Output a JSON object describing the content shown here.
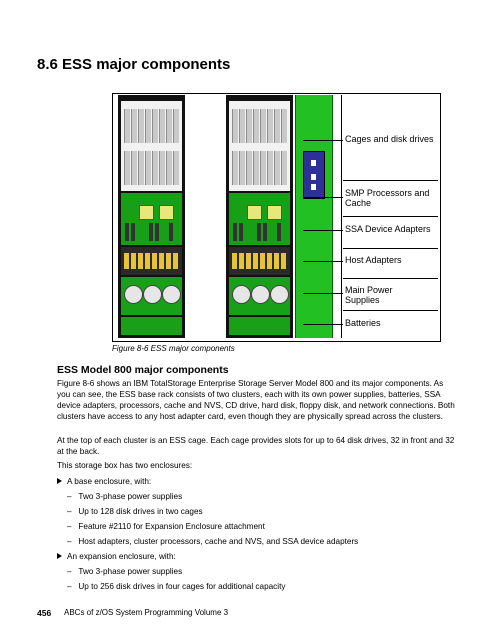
{
  "section_heading": "8.6  ESS major components",
  "figure": {
    "labels": [
      "Cages and disk drives",
      "SMP Processors and Cache",
      "SSA Device Adapters",
      "Host Adapters",
      "Main Power Supplies",
      "Batteries"
    ],
    "caption": "Figure 8-6   ESS major components"
  },
  "subheading": "ESS Model 800 major components",
  "paragraphs": [
    "Figure 8-6 shows an IBM TotalStorage Enterprise Storage Server Model 800 and its major components. As you can see, the ESS base rack consists of two clusters, each with its own power supplies, batteries, SSA device adapters, processors, cache and NVS, CD drive, hard disk, floppy disk, and network connections. Both clusters have access to any host adapter card, even though they are physically spread across the clusters.",
    "At the top of each cluster is an ESS cage. Each cage provides slots for up to 64 disk drives, 32 in front and 32 at the back.",
    "This storage box has two enclosures:"
  ],
  "bullets": [
    {
      "text": "A base enclosure, with:",
      "sub": [
        "Two 3-phase power supplies",
        "Up to 128 disk drives in two cages",
        "Feature #2110 for Expansion Enclosure attachment",
        "Host adapters, cluster processors, cache and NVS, and SSA device adapters"
      ]
    },
    {
      "text": "An expansion enclosure, with:",
      "sub": [
        "Two 3-phase power supplies",
        "Up to 256 disk drives in four cages for additional capacity"
      ]
    }
  ],
  "footer": {
    "page": "456",
    "title": "ABCs of z/OS System Programming Volume 3"
  },
  "colors": {
    "cabinet_green": "#19a019",
    "panel_blue": "#2f2f9a"
  }
}
